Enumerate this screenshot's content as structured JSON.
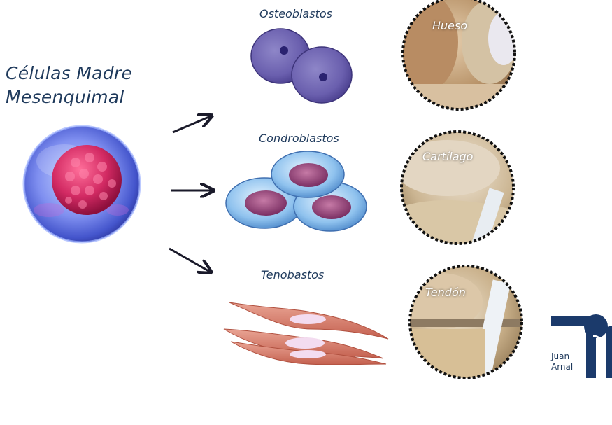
{
  "title": {
    "line1": "Células Madre",
    "line2": "Mesenquimal"
  },
  "cell_types": [
    {
      "label": "Osteoblastos",
      "tissue": "Hueso"
    },
    {
      "label": "Condroblastos",
      "tissue": "Cartílago"
    },
    {
      "label": "Tenobastos",
      "tissue": "Tendón"
    }
  ],
  "logo": {
    "line1": "Juan",
    "line2": "Arnal"
  },
  "colors": {
    "text": "#1f3a5c",
    "logo": "#1b3a6b",
    "arrow": "#1a1a2a"
  }
}
